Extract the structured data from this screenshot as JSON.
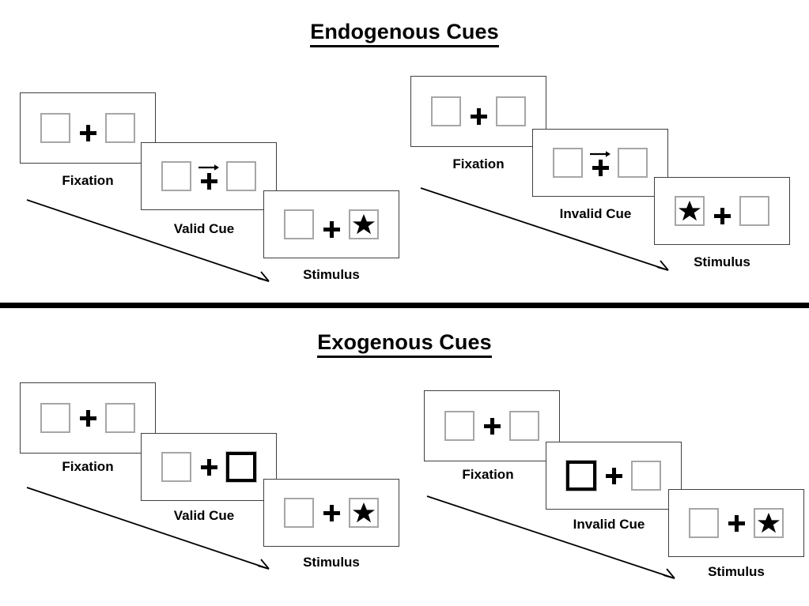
{
  "figure": {
    "sections": [
      {
        "id": "endogenous",
        "title": "Endogenous Cues",
        "sequences": [
          {
            "id": "endogenous-valid",
            "cue_type": "arrow",
            "frames": [
              {
                "caption": "Fixation",
                "cue_direction": "none",
                "cued_box": "none",
                "star_box": "none"
              },
              {
                "caption": "Valid Cue",
                "cue_direction": "right",
                "cued_box": "none",
                "star_box": "none"
              },
              {
                "caption": "Stimulus",
                "cue_direction": "none",
                "cued_box": "none",
                "star_box": "right"
              }
            ]
          },
          {
            "id": "endogenous-invalid",
            "cue_type": "arrow",
            "frames": [
              {
                "caption": "Fixation",
                "cue_direction": "none",
                "cued_box": "none",
                "star_box": "none"
              },
              {
                "caption": "Invalid Cue",
                "cue_direction": "right",
                "cued_box": "none",
                "star_box": "none"
              },
              {
                "caption": "Stimulus",
                "cue_direction": "none",
                "cued_box": "none",
                "star_box": "left"
              }
            ]
          }
        ]
      },
      {
        "id": "exogenous",
        "title": "Exogenous Cues",
        "sequences": [
          {
            "id": "exogenous-valid",
            "cue_type": "box-flash",
            "frames": [
              {
                "caption": "Fixation",
                "cue_direction": "none",
                "cued_box": "none",
                "star_box": "none"
              },
              {
                "caption": "Valid Cue",
                "cue_direction": "none",
                "cued_box": "right",
                "star_box": "none"
              },
              {
                "caption": "Stimulus",
                "cue_direction": "none",
                "cued_box": "none",
                "star_box": "right"
              }
            ]
          },
          {
            "id": "exogenous-invalid",
            "cue_type": "box-flash",
            "frames": [
              {
                "caption": "Fixation",
                "cue_direction": "none",
                "cued_box": "none",
                "star_box": "none"
              },
              {
                "caption": "Invalid Cue",
                "cue_direction": "none",
                "cued_box": "left",
                "star_box": "none"
              },
              {
                "caption": "Stimulus",
                "cue_direction": "none",
                "cued_box": "none",
                "star_box": "right"
              }
            ]
          }
        ]
      }
    ],
    "icons": {
      "fixation_cross": "plus-cross-icon",
      "target": "star-icon",
      "cue": "right-arrow-icon",
      "time_flow": "diagonal-arrow-icon"
    },
    "colors": {
      "ink": "#000000",
      "panel_border": "#3f3f3f",
      "box_border": "#a6a6a6",
      "cued_box_border": "#000000",
      "background": "#ffffff"
    }
  }
}
